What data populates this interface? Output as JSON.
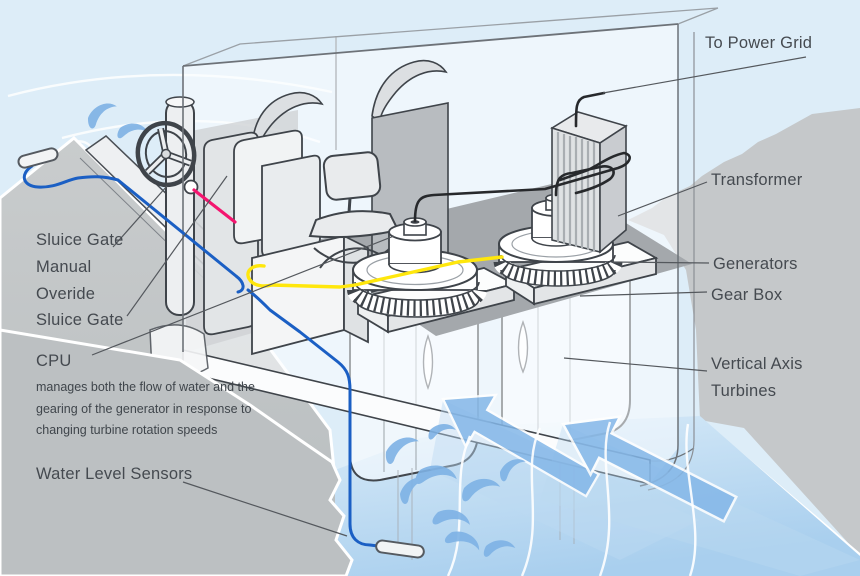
{
  "diagram": {
    "labels": {
      "to_power_grid": "To Power Grid",
      "transformer": "Transformer",
      "generators": "Generators",
      "gear_box": "Gear Box",
      "vertical_axis_turbines_line1": "Vertical Axis",
      "vertical_axis_turbines_line2": "Turbines",
      "sluice_gate_manual_override_line1": "Sluice Gate",
      "sluice_gate_manual_override_line2": "Manual",
      "sluice_gate_manual_override_line3": "Overide",
      "sluice_gate": "Sluice Gate",
      "cpu": "CPU",
      "cpu_description_line1": "manages both the flow of water and the",
      "cpu_description_line2": "gearing of the generator in response to",
      "cpu_description_line3": "changing turbine rotation speeds",
      "water_level_sensors": "Water Level Sensors"
    },
    "colors": {
      "water_background": "#ddedf8",
      "water_deep": "#a9cfee",
      "rock_gray": "#c5c8ca",
      "arrow_blue": "#84b7e8",
      "fish_blue": "#7eb2e5",
      "cable_blue": "#1b5fc4",
      "cable_yellow": "#ffe70c",
      "cable_pink": "#f4156f",
      "cable_black": "#27292c",
      "leader_gray": "#54585d",
      "label_text": "#454a50"
    }
  }
}
